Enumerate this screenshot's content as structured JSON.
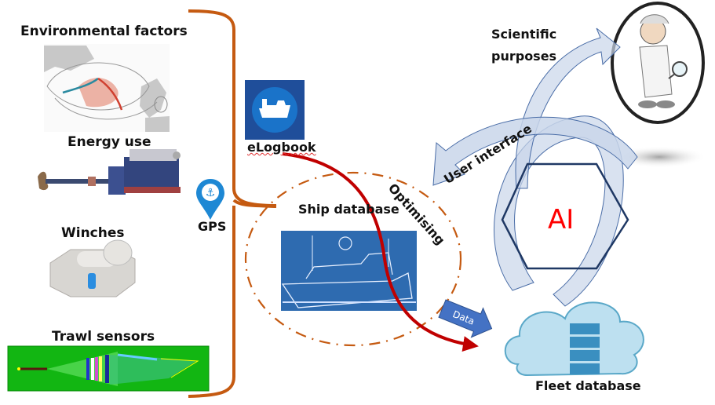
{
  "sources": {
    "environmental": "Environmental factors",
    "energy": "Energy use",
    "winches": "Winches",
    "trawl": "Trawl sensors",
    "gps": "GPS"
  },
  "elogbook": {
    "label": "eLogbook"
  },
  "ship_database": {
    "label": "Ship database"
  },
  "flows": {
    "optimising": "Optimising",
    "user_interface": "User interface",
    "data": "Data",
    "scientific": [
      "Scientific",
      "purposes"
    ]
  },
  "ai": {
    "label": "AI"
  },
  "fleet_database": {
    "label": "Fleet database"
  },
  "colors": {
    "bracket": "#c55a11",
    "elogbook_bg": "#1f4e9a",
    "elogbook_circle": "#1a73c9",
    "gps_pin": "#1e88d4",
    "red_arrow": "#c00000",
    "ship_photo": "#2e6bb0",
    "ai_text": "#ff0000",
    "hexagon": "#1f3864",
    "arrow_fill": "#c9d6ea",
    "arrow_stroke": "#4a6da7",
    "data_arrow": "#4472c4",
    "cloud": "#bde0f0",
    "db": "#3a8fc0",
    "trawl_bg": "#12b612"
  }
}
